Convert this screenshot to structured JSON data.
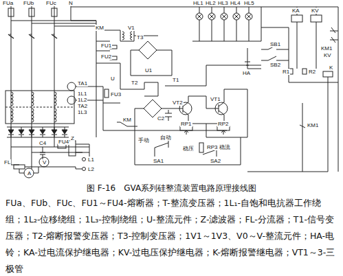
{
  "diagram": {
    "caption": "图 F-16　GVA系列硅整流装置电路原理接线图",
    "labels": [
      "FUa",
      "FUb",
      "FUc",
      "N",
      "HL1",
      "HL2",
      "HL3",
      "HL4",
      "HL5",
      "KA",
      "KV",
      "KM",
      "V1",
      "FU1",
      "FU2",
      "U1",
      "TA1",
      "U",
      "TA2",
      "T2",
      "T1",
      "FU3",
      "VT2",
      "VT1",
      "T3",
      "1L1",
      "1L2",
      "1L3",
      "KM",
      "C4",
      "FU4",
      "Z",
      "L1",
      "L2",
      "FL",
      "V",
      "A",
      "HA",
      "SB1",
      "SB2",
      "K",
      "KM1",
      "KV",
      "RP1",
      "RP2",
      "RP3",
      "C2",
      "SA1",
      "SA2",
      "手动",
      "自动",
      "稳压",
      "稳流",
      "KM1",
      "R1",
      "R2",
      "FUa、FUb、FUc、FU1～FU4-熔断器；T-整流变压器；1L₁-自饱和电抗器工作绕组；1L₂-位移绕组；1L₃-控制绕组；U-整流元件；Z-滤波器；FL-分流器；T1-信号变压器；T2-熔断报警变压器；T3-控制变压器；1V1～1V3、V0～V-整流元件；HA-电铃；KA-过电流保护继电器；KV-过电压保护继电器；K-熔断报警继电器；VT1～3-三极管"
    ]
  }
}
